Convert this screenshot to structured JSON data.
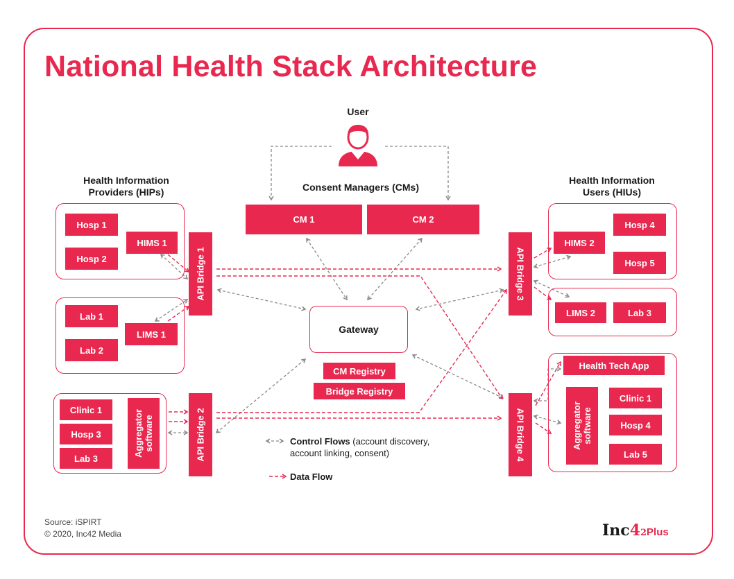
{
  "title": "National Health Stack Architecture",
  "user": {
    "label": "User"
  },
  "cms": {
    "label": "Consent Managers (CMs)",
    "cm1": "CM 1",
    "cm2": "CM 2"
  },
  "hips": {
    "label_line1": "Health Information",
    "label_line2": "Providers (HIPs)",
    "hosp1": "Hosp 1",
    "hosp2": "Hosp 2",
    "hims1": "HIMS 1",
    "lab1": "Lab 1",
    "lab2": "Lab 2",
    "lims1": "LIMS 1",
    "clinic1": "Clinic 1",
    "hosp3": "Hosp 3",
    "lab3": "Lab 3",
    "aggregator_line1": "Aggregator",
    "aggregator_line2": "software"
  },
  "hius": {
    "label_line1": "Health Information",
    "label_line2": "Users (HIUs)",
    "hims2": "HIMS 2",
    "hosp4": "Hosp 4",
    "hosp5": "Hosp 5",
    "lims2": "LIMS 2",
    "lab3": "Lab 3",
    "health_tech_app": "Health Tech App",
    "aggregator_line1": "Aggregator",
    "aggregator_line2": "software",
    "clinic1": "Clinic 1",
    "hosp4b": "Hosp 4",
    "lab5": "Lab 5"
  },
  "bridges": {
    "b1": "API Bridge 1",
    "b2": "API Bridge 2",
    "b3": "API Bridge 3",
    "b4": "API Bridge 4"
  },
  "center": {
    "gateway": "Gateway",
    "cm_registry": "CM Registry",
    "bridge_registry": "Bridge Registry"
  },
  "legend": {
    "control_bold": "Control Flows",
    "control_rest": " (account discovery,",
    "control_line2": "account linking, consent)",
    "data": "Data Flow"
  },
  "footer": {
    "source": "Source: iSPIRT",
    "copyright": "© 2020, Inc42 Media"
  },
  "logo": {
    "inc": "Inc",
    "four": "4",
    "two": "2",
    "plus": "Plus"
  },
  "colors": {
    "accent": "#e8284f",
    "control": "#8a8a8a",
    "text": "#1a1a1a"
  }
}
